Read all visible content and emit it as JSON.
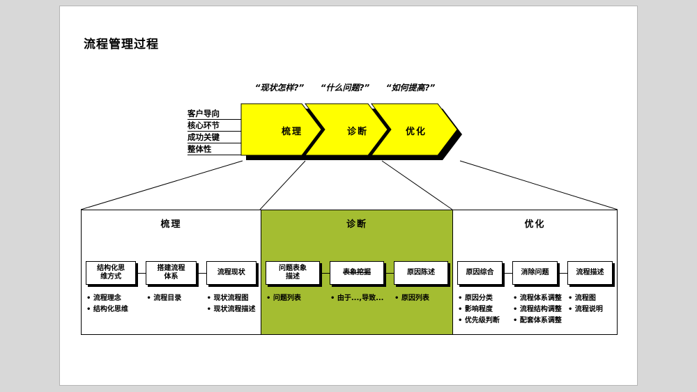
{
  "title": "流程管理过程",
  "questions": [
    {
      "text": "“现状怎样?”"
    },
    {
      "text": "“什么问题?”"
    },
    {
      "text": "“如何提高?”"
    }
  ],
  "side_labels": [
    {
      "text": "客户导向"
    },
    {
      "text": "核心环节"
    },
    {
      "text": "成功关键"
    },
    {
      "text": "整体性"
    }
  ],
  "process_arrows": [
    {
      "label": "梳理"
    },
    {
      "label": "诊断"
    },
    {
      "label": "优化"
    }
  ],
  "sections": [
    {
      "title": "梳理",
      "columns": [
        {
          "box": "结构化思\n维方式",
          "bullets": [
            "流程理念",
            "结构化思维"
          ]
        },
        {
          "box": "搭建流程\n体系",
          "bullets": [
            "流程目录"
          ]
        },
        {
          "box": "流程现状",
          "bullets": [
            "现状流程图",
            "现状流程描述"
          ]
        }
      ]
    },
    {
      "title": "诊断",
      "columns": [
        {
          "box": "问题表象\n描述",
          "bullets": [
            "问题列表"
          ]
        },
        {
          "box": "表象挖掘",
          "strike": true,
          "bullets": [
            "由于...,导致..."
          ]
        },
        {
          "box": "原因陈述",
          "bullets": [
            "原因列表"
          ]
        }
      ]
    },
    {
      "title": "优化",
      "columns": [
        {
          "box": "原因综合",
          "bullets": [
            "原因分类",
            "影响程度",
            "优先级判断"
          ]
        },
        {
          "box": "消除问题",
          "bullets": [
            "流程体系调整",
            "流程结构调整",
            "配套体系调整"
          ]
        },
        {
          "box": "流程描述",
          "bullets": [
            "流程图",
            "流程说明"
          ]
        }
      ]
    }
  ],
  "colors": {
    "arrow_fill": "#ffff00",
    "diagnose_bg": "#a4bd31",
    "shadow": "#000000"
  }
}
